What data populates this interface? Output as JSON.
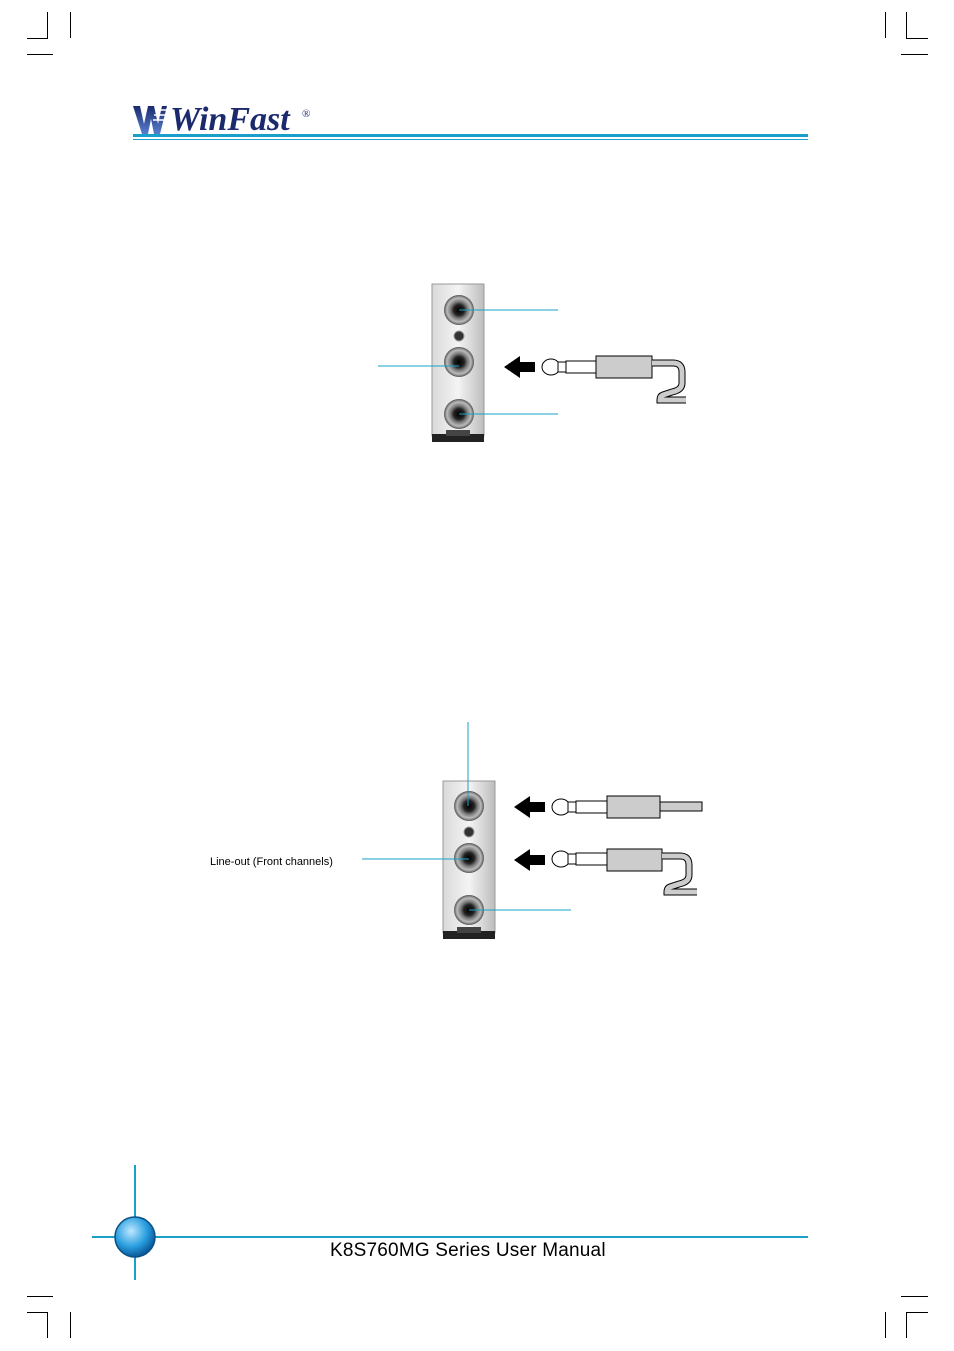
{
  "header": {
    "logo_text": "WinFast",
    "registered_mark": "®"
  },
  "figure2": {
    "label_line_out": "Line-out (Front channels)"
  },
  "footer": {
    "manual_title": "K8S760MG Series User Manual"
  },
  "colors": {
    "accent": "#1aa0c8",
    "logo": "#1a2a6c",
    "page_bubble": "#2b9fe0"
  }
}
